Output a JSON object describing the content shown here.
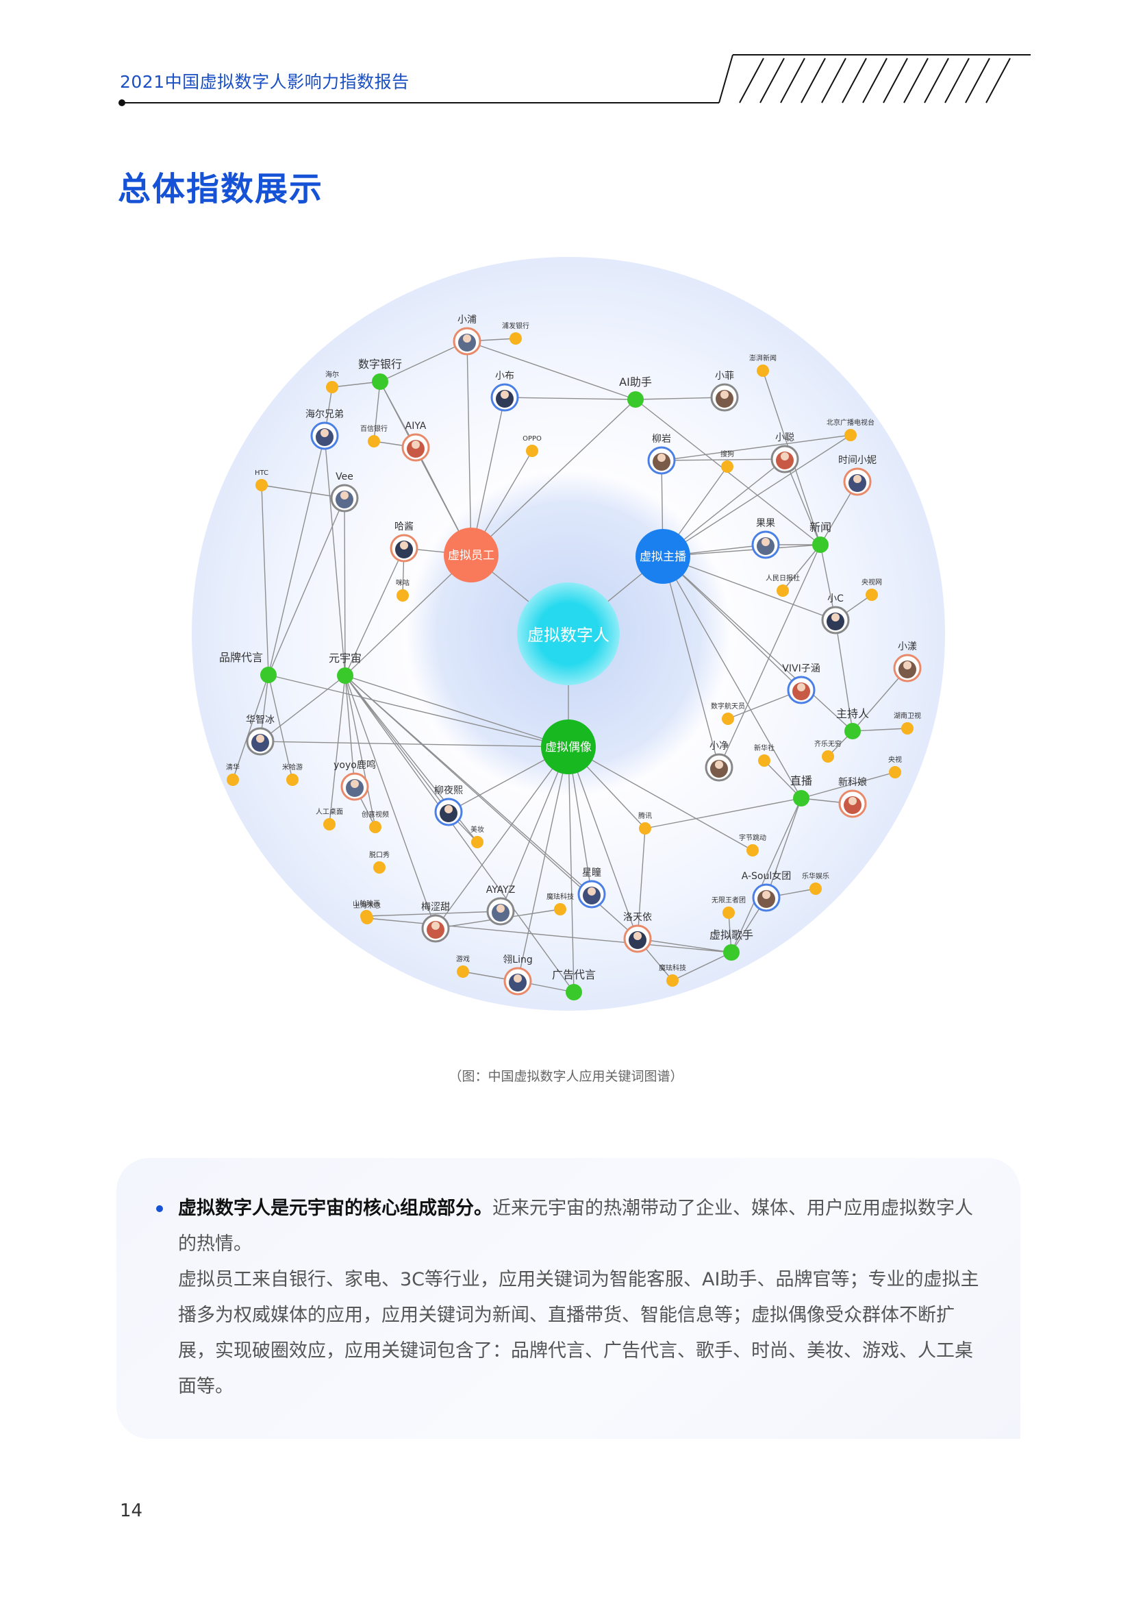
{
  "header": {
    "title": "2021中国虚拟数字人影响力指数报告"
  },
  "page_heading": "总体指数展示",
  "graph": {
    "center": "虚拟数字人",
    "categories": [
      "虚拟员工",
      "虚拟主播",
      "虚拟偶像"
    ],
    "keywords": [
      "数字银行",
      "AI助手",
      "品牌代言",
      "元宇宙",
      "新闻",
      "主持人",
      "直播",
      "虚拟歌手",
      "广告代言"
    ],
    "people": [
      "小浦",
      "小布",
      "小菲",
      "AIYA",
      "海尔兄弟",
      "Vee",
      "哈酱",
      "柳岩",
      "小聪",
      "时间小妮",
      "果果",
      "小C",
      "小漾",
      "VIVI子涵",
      "华智冰",
      "yoyo鹿鸣",
      "柳夜熙",
      "小净",
      "新科娘",
      "星瞳",
      "AYAYZ",
      "洛天依",
      "A-Soul女团",
      "梅涩甜",
      "翎Ling"
    ],
    "entities": [
      "浦发银行",
      "海尔",
      "百信银行",
      "OPPO",
      "澎湃新闻",
      "北京广播电视台",
      "搜狗",
      "HTC",
      "咪咕",
      "人民日报社",
      "央视网",
      "湖南卫视",
      "数字航天员",
      "新华社",
      "齐乐无穷",
      "央视",
      "清华",
      "米哈游",
      "人工桌面",
      "创意视频",
      "美妆",
      "腾讯",
      "字节跳动",
      "乐华娱乐",
      "脱口秀",
      "魔珐科技",
      "山舶映画",
      "无限王者团",
      "游戏",
      "上海禾念",
      "魔珐科技"
    ]
  },
  "caption": "（图：中国虚拟数字人应用关键词图谱）",
  "summary": {
    "lead": "虚拟数字人是元宇宙的核心组成部分。",
    "lead_rest": "近来元宇宙的热潮带动了企业、媒体、用户应用虚拟数字人的热情。",
    "body": "虚拟员工来自银行、家电、3C等行业，应用关键词为智能客服、AI助手、品牌官等；专业的虚拟主播多为权威媒体的应用，应用关键词为新闻、直播带货、智能信息等；虚拟偶像受众群体不断扩展，实现破圈效应，应用关键词包含了：品牌代言、广告代言、歌手、时尚、美妆、游戏、人工桌面等。"
  },
  "page_number": "14",
  "colors": {
    "brand_blue": "#1552d6",
    "center_node": "#27d9ee",
    "employee_node": "#f97a5a",
    "anchor_node": "#1a80f0",
    "idol_node": "#18b820",
    "keyword_node": "#39c92a",
    "entity_node": "#f7b21d",
    "person_ring": "#e88a6a"
  }
}
